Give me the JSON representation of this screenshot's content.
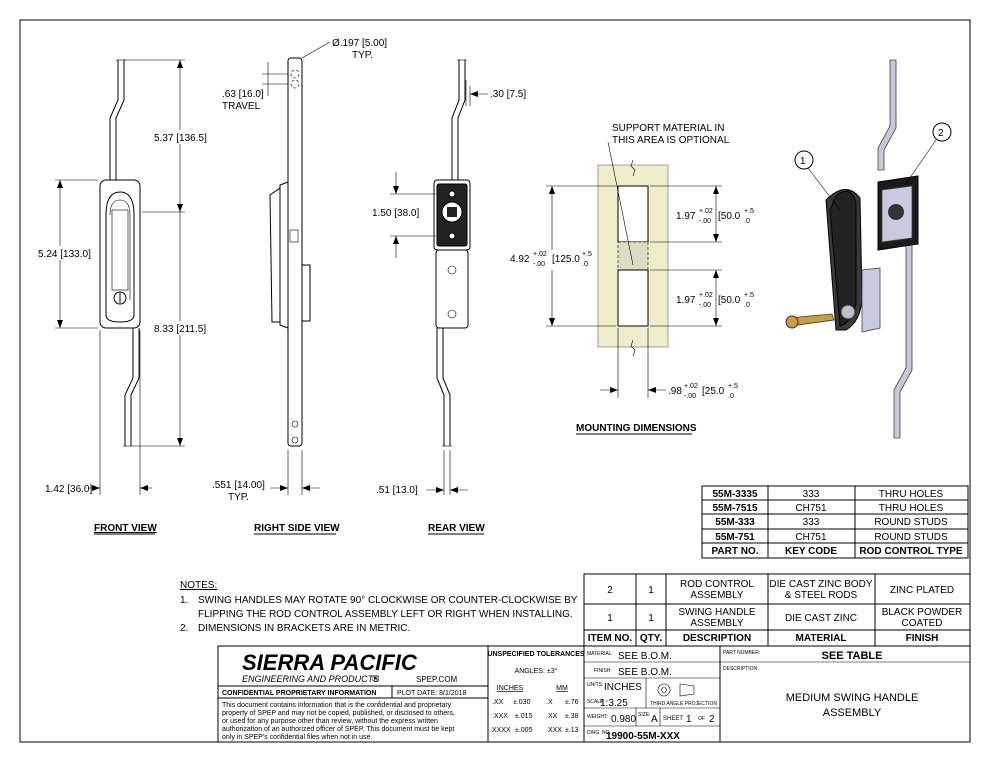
{
  "views": {
    "front": "FRONT VIEW",
    "right_side": "RIGHT SIDE VIEW",
    "rear": "REAR VIEW",
    "mounting": "MOUNTING DIMENSIONS"
  },
  "dims": {
    "hole_a": "Ø.197",
    "hole_b": "5.00",
    "typ": "TYP.",
    "travel_a": ".63",
    "travel_b": "16.0",
    "travel_label": "TRAVEL",
    "top_a": "5.37",
    "top_b": "136.5",
    "handle_a": "5.24",
    "handle_b": "133.0",
    "overall_a": "8.33",
    "overall_b": "211.5",
    "width_a": "1.42",
    "width_b": "36.0",
    "rod_off_a": ".30",
    "rod_off_b": "7.5",
    "rear_h_a": "1.50",
    "rear_h_b": "38.0",
    "side_w_a": ".551",
    "side_w_b": "14.00",
    "rear_w_a": ".51",
    "rear_w_b": "13.0",
    "cut_h_a": "4.92",
    "cut_h_b": "125.0",
    "win_a": "1.97",
    "win_b": "50.0",
    "cut_w_a": ".98",
    "cut_w_b": "25.0",
    "tol_plus_in": "+.02",
    "tol_minus_in": "-.00",
    "tol_plus_mm": "+.5",
    "tol_minus_mm": ".0",
    "support_note_1": "SUPPORT MATERIAL IN",
    "support_note_2": "THIS AREA IS OPTIONAL",
    "balloon_1": "1",
    "balloon_2": "2"
  },
  "parts_table": {
    "header": [
      "PART NO.",
      "KEY CODE",
      "ROD CONTROL TYPE"
    ],
    "rows": [
      [
        "55M-3335",
        "333",
        "THRU HOLES"
      ],
      [
        "55M-7515",
        "CH751",
        "THRU HOLES"
      ],
      [
        "55M-333",
        "333",
        "ROUND STUDS"
      ],
      [
        "55M-751",
        "CH751",
        "ROUND STUDS"
      ]
    ]
  },
  "bom": {
    "header": [
      "ITEM NO.",
      "QTY.",
      "DESCRIPTION",
      "MATERIAL",
      "FINISH"
    ],
    "rows": [
      [
        "2",
        "1",
        "ROD CONTROL|ASSEMBLY",
        "DIE CAST ZINC BODY|& STEEL RODS",
        "ZINC PLATED"
      ],
      [
        "1",
        "1",
        "SWING HANDLE|ASSEMBLY",
        "DIE CAST ZINC",
        "BLACK POWDER|COATED"
      ]
    ]
  },
  "notes": {
    "title": "NOTES:",
    "n1_num": "1.",
    "n1_line1": "SWING HANDLES MAY ROTATE 90° CLOCKWISE OR COUNTER-CLOCKWISE BY",
    "n1_line2": "FLIPPING THE ROD CONTROL ASSEMBLY LEFT OR RIGHT WHEN INSTALLING.",
    "n2_num": "2.",
    "n2_line1": "DIMENSIONS IN BRACKETS ARE IN METRIC."
  },
  "title_block": {
    "company": "SIERRA PACIFIC",
    "company_sub": "ENGINEERING AND PRODUCTS",
    "registered": "®",
    "website": "SPEP.COM",
    "confidential": "CONFIDENTIAL PROPRIETARY INFORMATION",
    "plot_date": "PLOT DATE:  8/1/2018",
    "disclaimer_1": "This document contains information that is the confidential and proprietary",
    "disclaimer_2": "property of SPEP and may not be copied, published, or disclosed to others,",
    "disclaimer_3": "or used for any purpose  other than review, without the express written",
    "disclaimer_4": "authorization of an authorized officer of SPEP. This document must be kept",
    "disclaimer_5": "only in SPEP's confidential files when not in use.",
    "tol_title": "UNSPECIFIED TOLERANCES",
    "angles": "ANGLES: ±3°",
    "inches": "INCHES",
    "mm": "MM",
    "tol_rows": [
      [
        ".XX",
        "±.030",
        ".X",
        "±.76"
      ],
      [
        ".XXX",
        "±.015",
        ".XX",
        "±.38"
      ],
      [
        ".XXXX",
        "±.005",
        ".XXX",
        "±.13"
      ]
    ],
    "material_label": "MATERIAL:",
    "material": "SEE B.O.M.",
    "finish_label": "FINISH:",
    "finish": "SEE B.O.M.",
    "units_label": "UNITS:",
    "units": "INCHES",
    "projection": "THIRD ANGLE PROJECTION",
    "scale_label": "SCALE:",
    "scale": "1:3.25",
    "weight_label": "WEIGHT:",
    "weight": "0.980",
    "size_label": "SIZE:",
    "size": "A",
    "sheet_label": "SHEET",
    "sheet": "1",
    "of_label": "OF",
    "sheets": "2",
    "dwg_label": "DWG. NO.",
    "dwg": "19900-55M-XXX",
    "part_number_label": "PART NUMBER:",
    "part_number": "SEE TABLE",
    "description_label": "DESCRIPTION:",
    "description_1": "MEDIUM SWING HANDLE",
    "description_2": "ASSEMBLY"
  }
}
